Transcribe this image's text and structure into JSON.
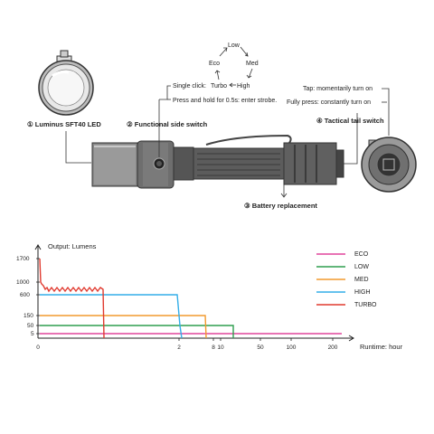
{
  "callouts": {
    "led": "① Luminus SFT40 LED",
    "side_switch": "② Functional side switch",
    "battery": "③ Battery replacement",
    "tail_switch": "④ Tactical tail switch"
  },
  "modes_cycle": [
    "Low",
    "Med",
    "High",
    "Turbo",
    "Eco"
  ],
  "side_switch_notes": {
    "single_click": "Single click:",
    "press_hold": "Press and hold for 0.5s: enter strobe."
  },
  "tail_switch_notes": {
    "tap": "Tap: momentarily turn on",
    "full_press": "Fully press: constantly turn on"
  },
  "colors": {
    "eco": "#e0459b",
    "low": "#2e9e4f",
    "med": "#f29a2e",
    "high": "#33aee8",
    "turbo": "#e03a2f"
  },
  "chart_data": {
    "type": "line",
    "ylabel": "Output: Lumens",
    "xlabel": "Runtime: hour",
    "x_scale": "log",
    "x_ticks": [
      "0",
      "2",
      "8",
      "10",
      "50",
      "100",
      "200"
    ],
    "y_ticks": [
      "1700",
      "1000",
      "600",
      "150",
      "50",
      "5"
    ],
    "legend_position": "top-right",
    "series": [
      {
        "name": "ECO",
        "values": [
          [
            0,
            5
          ],
          [
            200,
            5
          ]
        ]
      },
      {
        "name": "LOW",
        "values": [
          [
            0,
            50
          ],
          [
            25,
            50
          ],
          [
            25,
            0
          ]
        ]
      },
      {
        "name": "MED",
        "values": [
          [
            0,
            150
          ],
          [
            7.5,
            150
          ],
          [
            7.5,
            0
          ]
        ]
      },
      {
        "name": "HIGH",
        "values": [
          [
            0,
            600
          ],
          [
            2,
            600
          ],
          [
            2.2,
            0
          ]
        ]
      },
      {
        "name": "TURBO",
        "values": [
          [
            0,
            1700
          ],
          [
            0.02,
            1000
          ],
          [
            0.05,
            750
          ],
          [
            1,
            750
          ],
          [
            1,
            0
          ]
        ]
      }
    ]
  }
}
